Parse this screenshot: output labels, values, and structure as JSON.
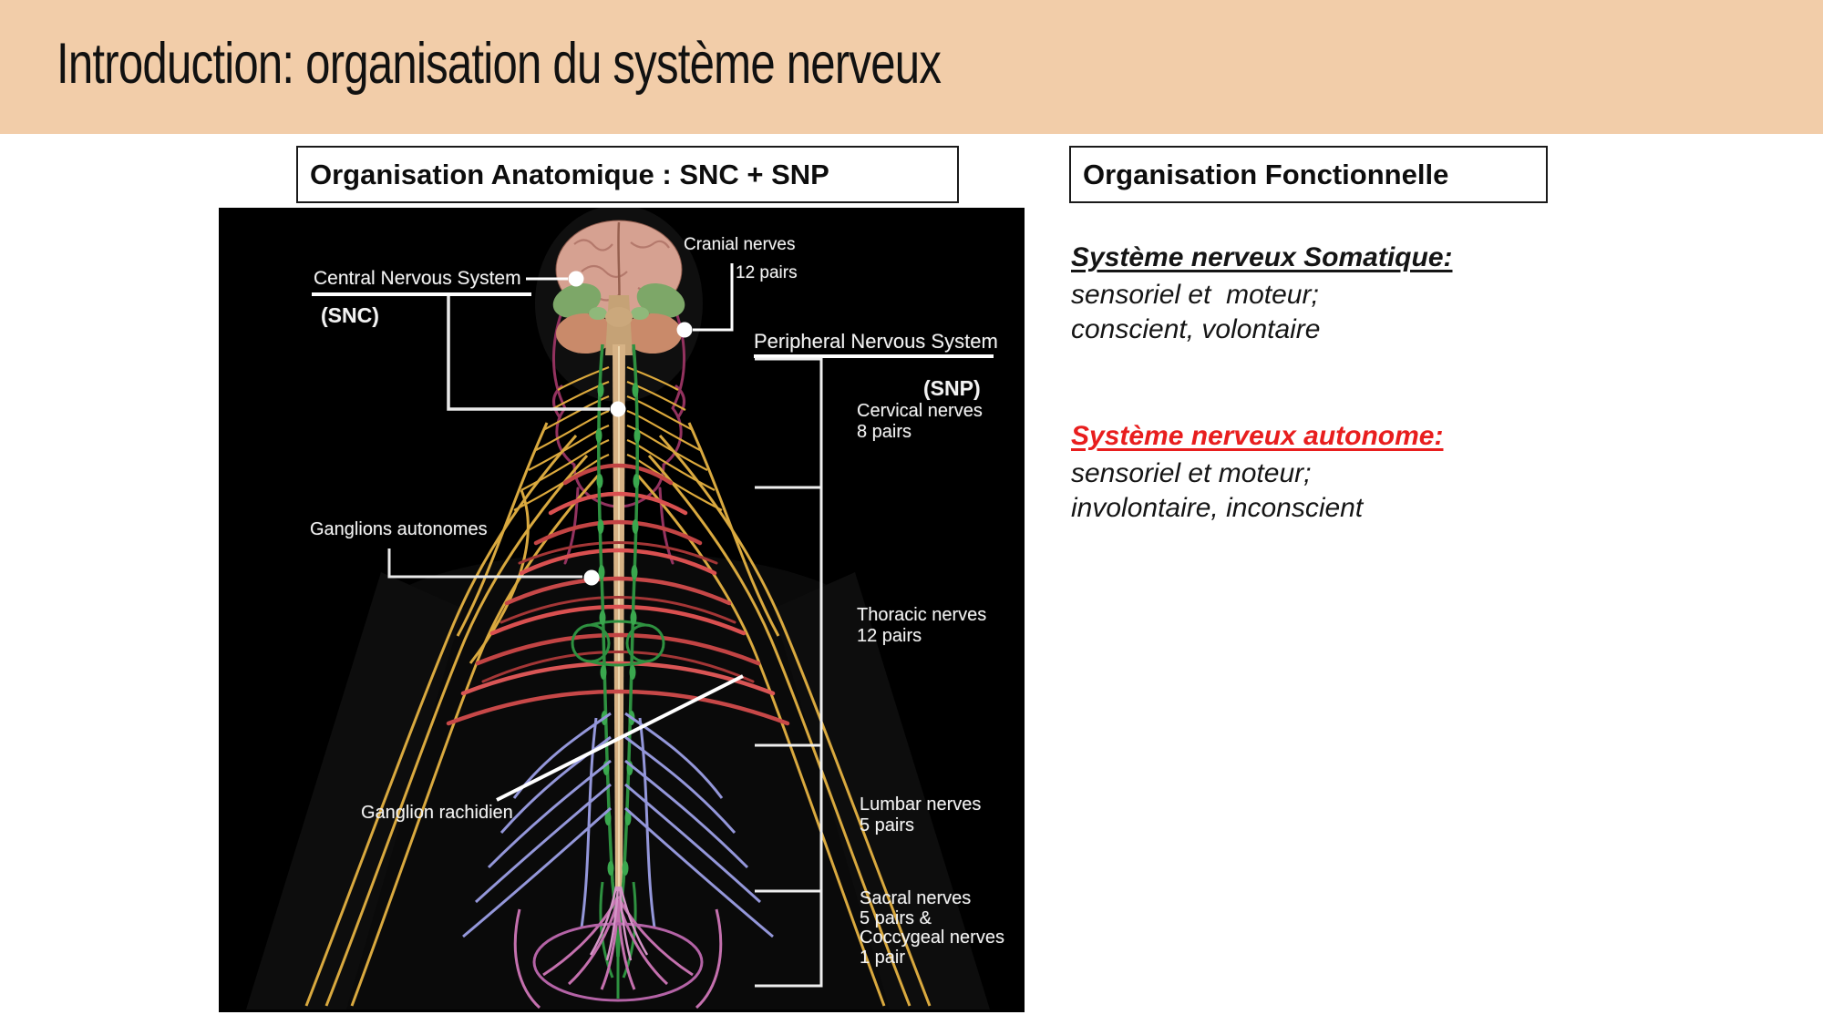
{
  "slide": {
    "title": "Introduction: organisation du système nerveux",
    "colors": {
      "banner_bg": "#F2CDA9",
      "accent_red": "#E81E1E",
      "diagram_bg": "#000000"
    }
  },
  "headers": {
    "anatomique": "Organisation Anatomique : SNC + SNP",
    "fonctionnelle": "Organisation Fonctionnelle"
  },
  "diagram": {
    "labels": {
      "cns": "Central Nervous System",
      "snc": "(SNC)",
      "cranial": "Cranial nerves",
      "cranial_pairs": "12 pairs",
      "pns": "Peripheral Nervous System",
      "snp": "(SNP)",
      "cervical": "Cervical nerves",
      "cervical_pairs": "8 pairs",
      "ganglions_autonomes": "Ganglions autonomes",
      "thoracic": "Thoracic nerves",
      "thoracic_pairs": "12 pairs",
      "ganglion_rachidien": "Ganglion rachidien",
      "lumbar": "Lumbar nerves",
      "lumbar_pairs": "5 pairs",
      "sacral": "Sacral nerves",
      "sacral_pairs": "5 pairs &",
      "coccygeal": "Coccygeal nerves",
      "coccygeal_pairs": "1 pair"
    }
  },
  "functional": {
    "somatic": {
      "heading": "Système nerveux Somatique:",
      "line1": "sensoriel et  moteur;",
      "line2": "conscient, volontaire"
    },
    "autonomic": {
      "heading": "Système nerveux autonome:",
      "line1": "sensoriel et moteur;",
      "line2": "involontaire, inconscient"
    }
  }
}
